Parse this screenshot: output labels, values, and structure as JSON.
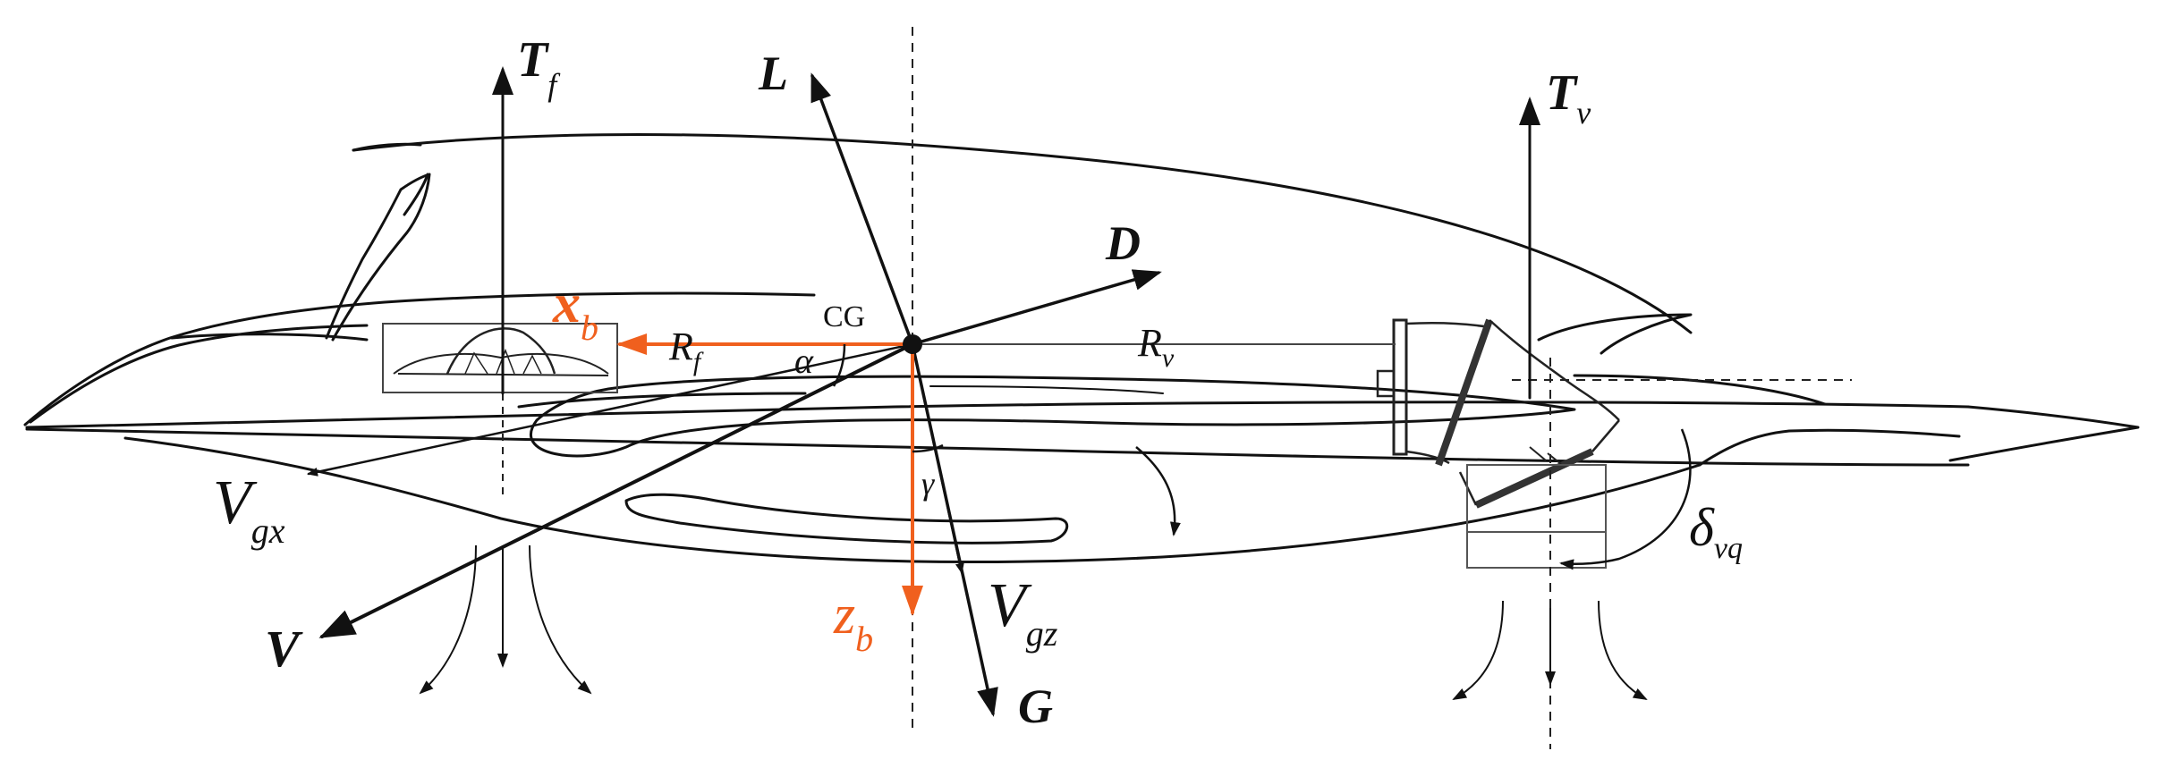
{
  "colors": {
    "ink": "#111111",
    "thin": "#444444",
    "accent": "#f0601e",
    "background": "#ffffff"
  },
  "labels": {
    "Tf_main": "T",
    "Tf_sub": "f",
    "Tv_main": "T",
    "Tv_sub": "v",
    "L": "L",
    "D": "D",
    "G": "G",
    "V": "V",
    "Vgx_main": "V",
    "Vgx_sub": "gx",
    "Vgz_main": "V",
    "Vgz_sub": "gz",
    "xb_main": "x",
    "xb_sub": "b",
    "zb_main": "z",
    "zb_sub": "b",
    "Rf_main": "R",
    "Rf_sub": "f",
    "Rv_main": "R",
    "Rv_sub": "v",
    "CG": "CG",
    "alpha": "α",
    "gamma": "γ",
    "delta_main": "δ",
    "delta_sub": "vq"
  }
}
